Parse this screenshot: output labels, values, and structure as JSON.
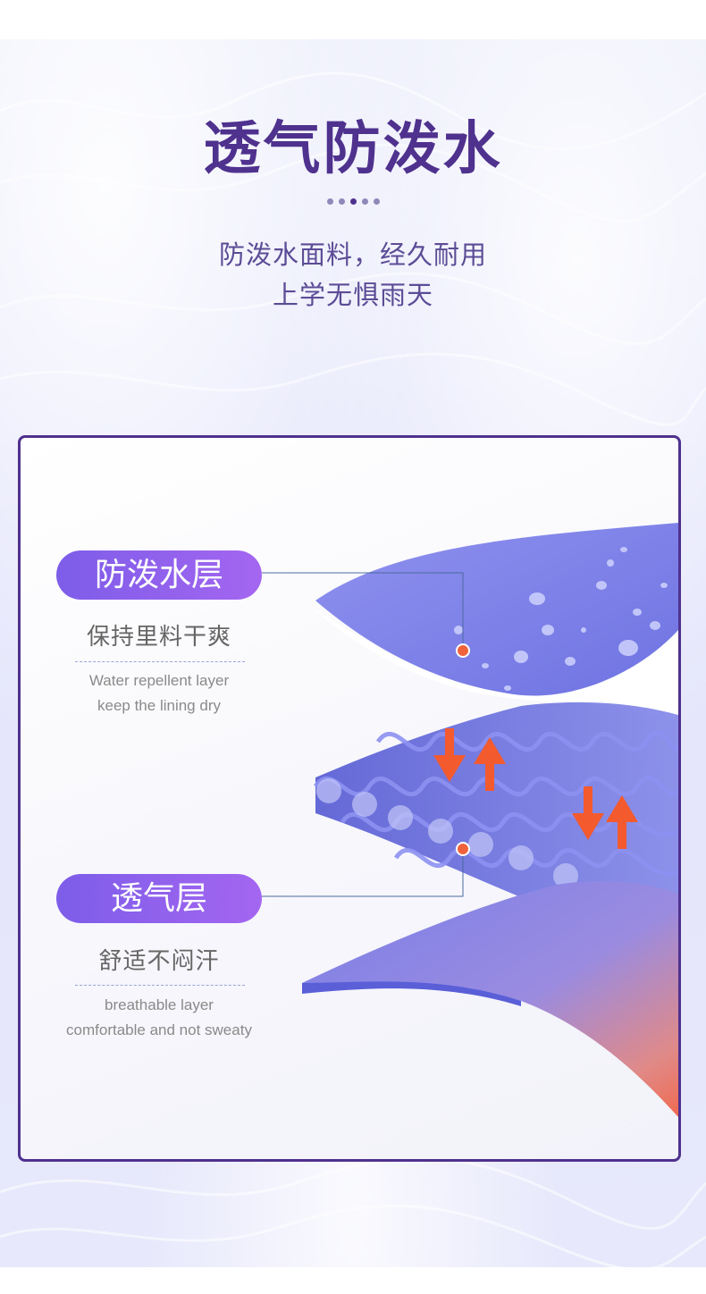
{
  "heading": {
    "title": "透气防泼水",
    "subtitle_line1": "防泼水面料，经久耐用",
    "subtitle_line2": "上学无惧雨天"
  },
  "pager": {
    "count": 5,
    "active_index": 2
  },
  "layers": [
    {
      "label": "防泼水层",
      "desc_cn": "保持里料干爽",
      "desc_en_line1": "Water repellent layer",
      "desc_en_line2": "keep the lining dry"
    },
    {
      "label": "透气层",
      "desc_cn": "舒适不闷汗",
      "desc_en_line1": "breathable layer",
      "desc_en_line2": "comfortable and not sweaty"
    }
  ],
  "colors": {
    "brand_purple": "#4f318e",
    "pill_gradient_start": "#7d5de9",
    "pill_gradient_end": "#a466f0",
    "fabric_blue": "#5a5fd8",
    "marker_dot": "#f0623c",
    "arrow_orange": "#f35a2e"
  },
  "icons": {
    "airflow_arrows": "up-down-arrows-icon",
    "marker": "marker-dot-icon"
  }
}
